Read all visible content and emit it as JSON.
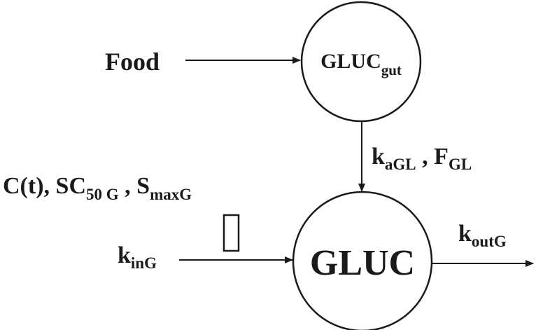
{
  "nodes": {
    "gut": {
      "main": "GLUC",
      "sub": "gut"
    },
    "central": {
      "main": "GLUC"
    }
  },
  "labels": {
    "food": "Food",
    "ka": {
      "main": "k",
      "sub": "aGL"
    },
    "sep": " , ",
    "fgl": {
      "main": "F",
      "sub": "GL"
    },
    "ct": "C(t), ",
    "sc": {
      "main": "SC",
      "sub": "50 G"
    },
    "comma": " , ",
    "smax": {
      "main": "S",
      "sub": "maxG"
    },
    "kin": {
      "main": "k",
      "sub": "inG"
    },
    "kout": {
      "main": "k",
      "sub": "outG"
    }
  },
  "colors": {
    "ink": "#1a1a1a",
    "background": "#ffffff"
  }
}
